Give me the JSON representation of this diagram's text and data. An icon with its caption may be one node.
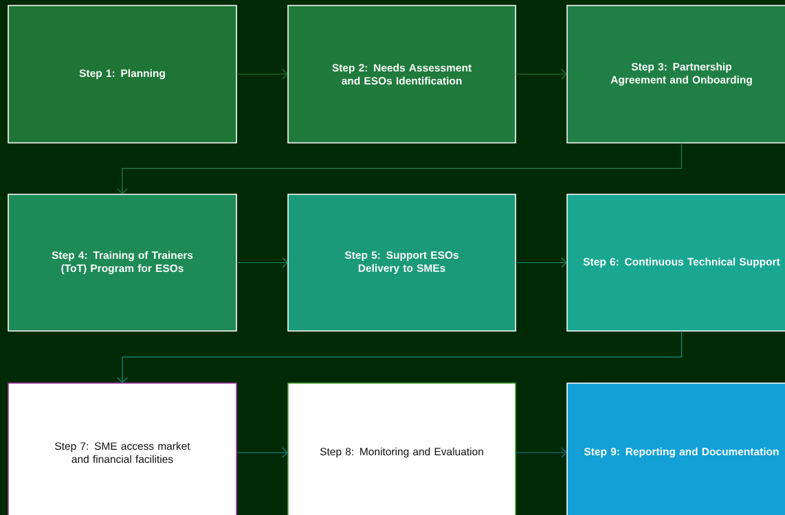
{
  "diagram": {
    "nodes": [
      {
        "text": [
          "Step 1:  Planning"
        ]
      },
      {
        "text": [
          "Step 2:  Needs Assessment and ESOs Identification"
        ]
      },
      {
        "text": [
          "Step 3: Partnership Agreement and Onboarding"
        ]
      },
      {
        "text": [
          "Step 4: Training of Trainers (ToT) Program for ESOs"
        ]
      },
      {
        "text": [
          "Step 5: Support ESOs Delivery to SMEs"
        ]
      },
      {
        "text": [
          "Step 6: Continuous Technical Support"
        ]
      },
      {
        "text": [
          "Step 7: SME access market and financial facilities"
        ]
      },
      {
        "text": [
          "Step 8: Monitoring and Evaluation"
        ]
      },
      {
        "text": [
          "Step 9: Reporting and Documentation"
        ]
      }
    ],
    "edges": [
      {
        "from": 0,
        "to": 1,
        "arrow": "to",
        "color": "#2c7a3a"
      },
      {
        "from": 1,
        "to": 2,
        "arrow": "to",
        "color": "#2c7a3e"
      },
      {
        "from": 2,
        "to": 3,
        "arrow": "to",
        "color": "#24804a"
      },
      {
        "from": 3,
        "to": 4,
        "arrow": "to",
        "color": "#1e8a5e"
      },
      {
        "from": 4,
        "to": 5,
        "arrow": "to",
        "color": "#1d9070"
      },
      {
        "from": 5,
        "to": 6,
        "arrow": "to",
        "color": "#1a8c80"
      },
      {
        "from": 6,
        "to": 7,
        "arrow": "to",
        "color": "#17898a"
      },
      {
        "from": 7,
        "to": 8,
        "arrow": "to",
        "color": "#177c98"
      }
    ]
  }
}
